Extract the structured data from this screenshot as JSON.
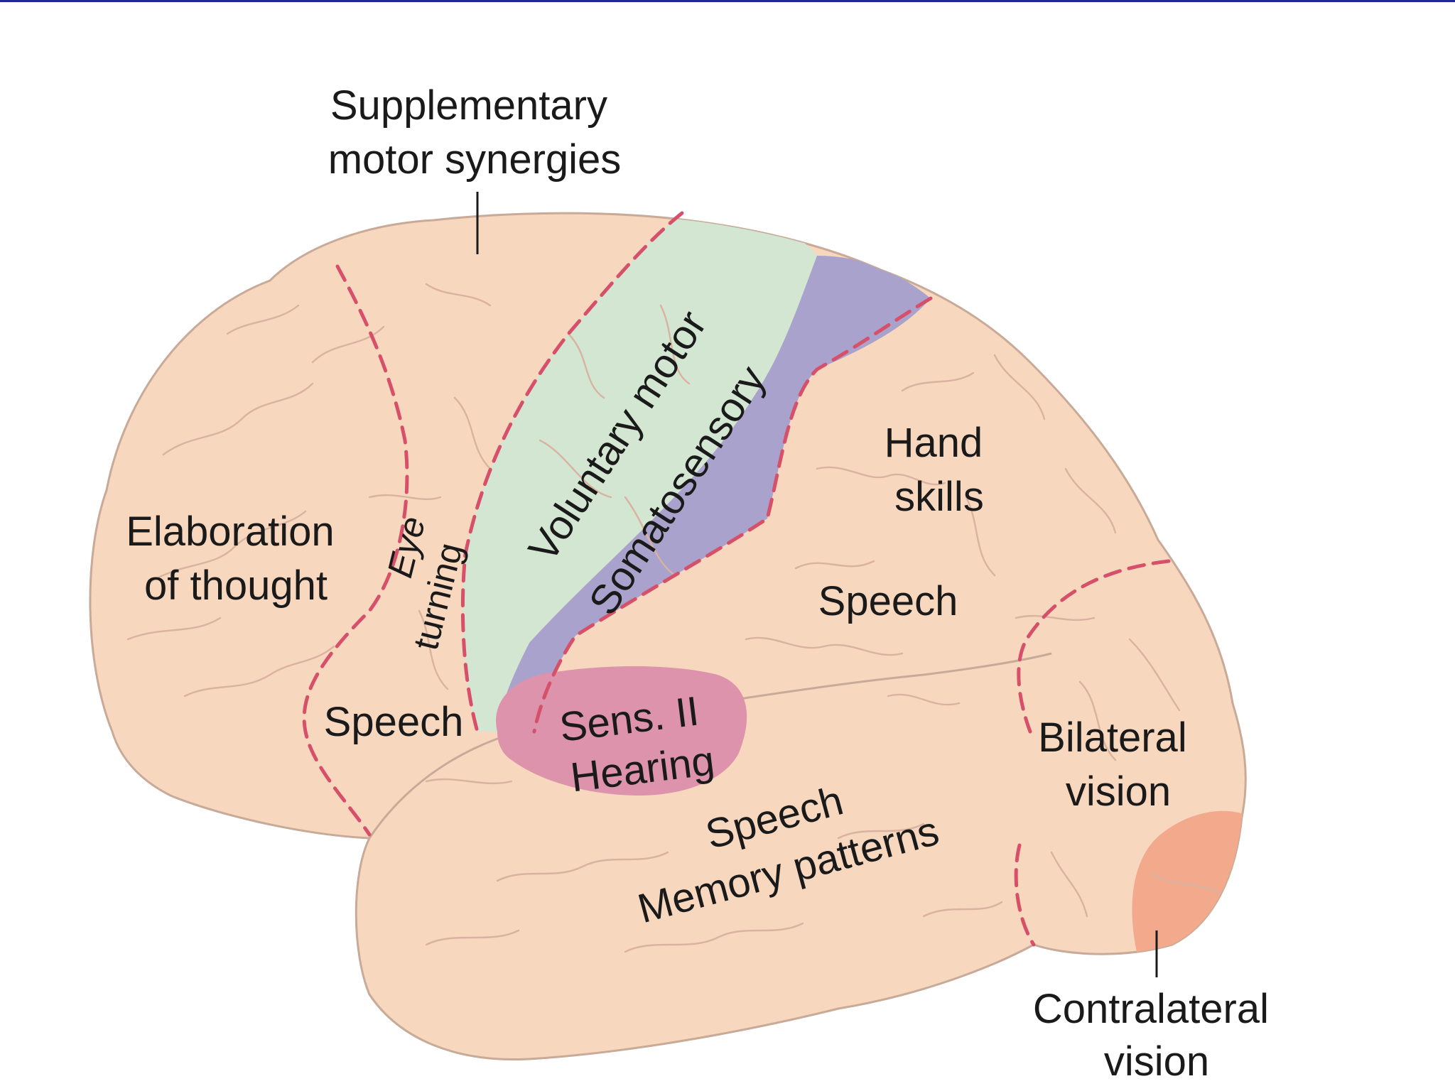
{
  "diagram": {
    "colors": {
      "top_rule": "#1f2a9a",
      "brain_fill": "#f8d7bf",
      "brain_outline": "#c8aa98",
      "voluntary_motor_fill": "#d2e6d2",
      "somatosensory_fill": "#a9a2cc",
      "hearing_fill": "#dc93ab",
      "contralateral_fill": "#f2a98c",
      "boundary_dashes": "#d6506a"
    },
    "labels": {
      "supplementary_line1": "Supplementary",
      "supplementary_line2": "motor synergies",
      "elaboration_line1": "Elaboration",
      "elaboration_line2": "of thought",
      "eye": "Eye",
      "turning": "turning",
      "voluntary_motor": "Voluntary motor",
      "somatosensory": "Somatosensory",
      "hand_line1": "Hand",
      "hand_line2": "skills",
      "speech_parietal": "Speech",
      "speech_frontal": "Speech",
      "sens_line1": "Sens. II",
      "sens_line2": "Hearing",
      "temporal_line1": "Speech",
      "temporal_line2": "Memory patterns",
      "bilateral_line1": "Bilateral",
      "bilateral_line2": "vision",
      "contralateral_line1": "Contralateral",
      "contralateral_line2": "vision"
    }
  }
}
